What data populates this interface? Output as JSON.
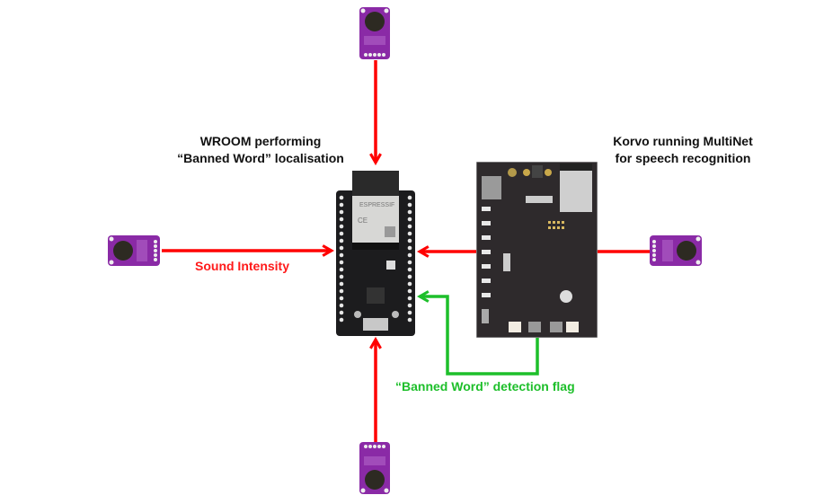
{
  "labels": {
    "wroom_caption_line1": "WROOM performing",
    "wroom_caption_line2": "“Banned Word” localisation",
    "korvo_caption_line1": "Korvo running MultiNet",
    "korvo_caption_line2": "for speech recognition",
    "sound_intensity": "Sound Intensity",
    "detection_flag": "“Banned Word” detection flag"
  },
  "boards": {
    "wroom_brand": "ESPRESSIF",
    "wroom_module_mark": "CE"
  },
  "colors": {
    "sound_arrow": "#ff0000",
    "flag_arrow": "#1dbf2a",
    "mic_board": "#8a2aa6",
    "pcb_dark": "#1c1c1e",
    "korvo_pcb": "#2e2a2c"
  },
  "microphones": [
    {
      "id": "top",
      "orientation": "pins-down"
    },
    {
      "id": "left",
      "orientation": "pins-right"
    },
    {
      "id": "right",
      "orientation": "pins-left"
    },
    {
      "id": "bottom",
      "orientation": "pins-up"
    }
  ]
}
